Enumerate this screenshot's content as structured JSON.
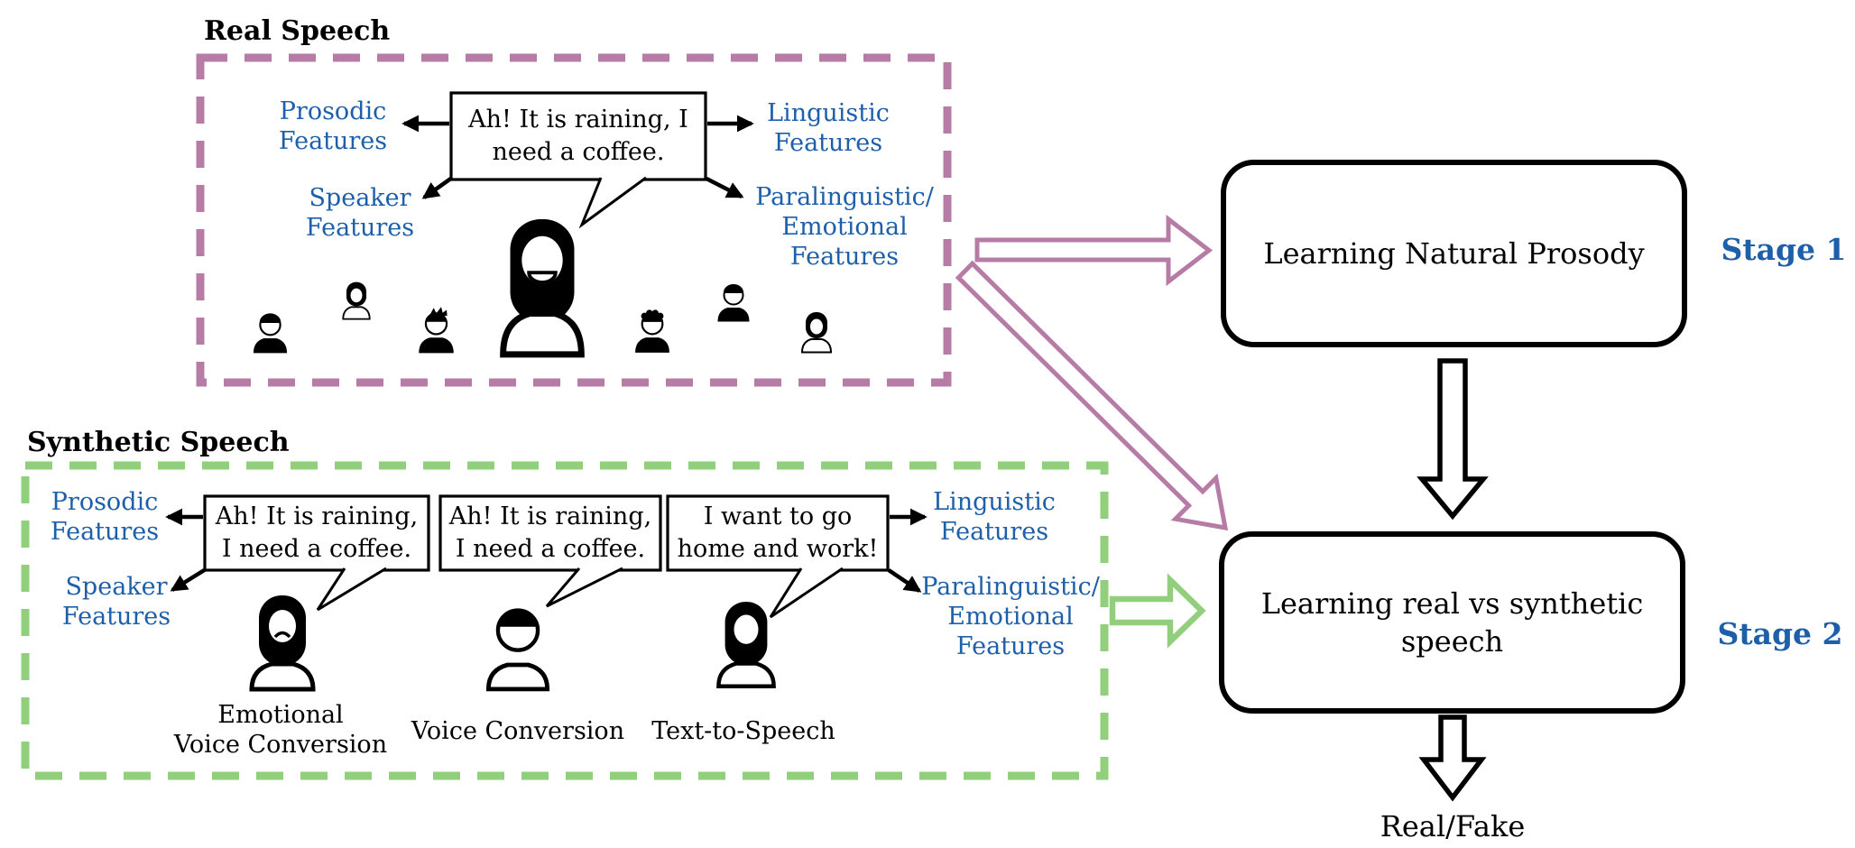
{
  "real_speech": {
    "title": "Real Speech",
    "bubble": "Ah! It is raining, I\nneed a coffee.",
    "features": {
      "prosodic": "Prosodic\nFeatures",
      "speaker": "Speaker\nFeatures",
      "linguistic": "Linguistic\nFeatures",
      "paralinguistic": "Paralinguistic/\nEmotional\nFeatures"
    }
  },
  "synthetic_speech": {
    "title": "Synthetic Speech",
    "bubbles": {
      "evc": "Ah! It is raining,\nI need a coffee.",
      "vc": "Ah! It is raining,\nI need a coffee.",
      "tts": "I want to go\nhome and work!"
    },
    "features": {
      "prosodic": "Prosodic\nFeatures",
      "speaker": "Speaker\nFeatures",
      "linguistic": "Linguistic\nFeatures",
      "paralinguistic": "Paralinguistic/\nEmotional\nFeatures"
    },
    "generators": {
      "evc": "Emotional\nVoice Conversion",
      "vc": "Voice Conversion",
      "tts": "Text-to-Speech"
    }
  },
  "pipeline": {
    "stage1_box": "Learning Natural Prosody",
    "stage1_label": "Stage 1",
    "stage2_box": "Learning real vs synthetic\nspeech",
    "stage2_label": "Stage 2",
    "output": "Real/Fake"
  },
  "icons": {
    "real_speakers": [
      "man",
      "woman",
      "man-spiky",
      "woman-speaking-big",
      "man-curly",
      "man",
      "woman"
    ],
    "synthetic_speakers": [
      "woman-sad",
      "man",
      "woman"
    ]
  },
  "colors": {
    "real_border": "#b77ca5",
    "synthetic_border": "#92cf7d",
    "feature_text": "#1e5fa9",
    "stage_label": "#1e5fa9"
  }
}
